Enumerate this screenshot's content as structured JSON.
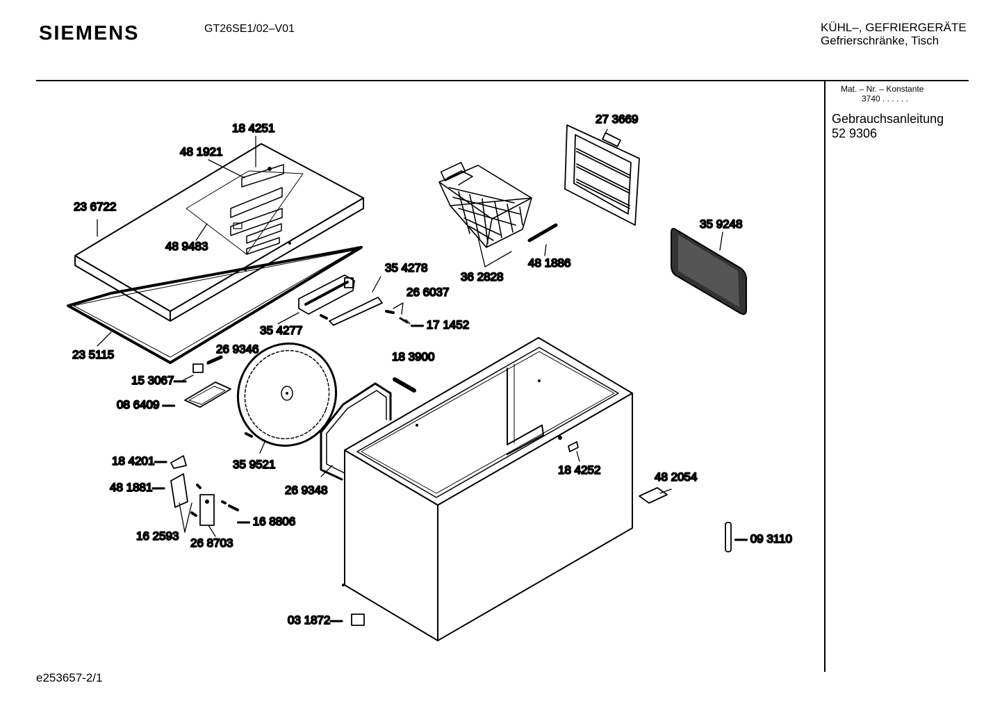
{
  "header": {
    "brand": "SIEMENS",
    "model": "GT26SE1/02–V01",
    "category_line1": "KÜHL–, GEFRIERGERÄTE",
    "category_line2": "Gefrierschränke, Tisch"
  },
  "sidebar": {
    "mat_label": "Mat. – Nr. – Konstante",
    "mat_value": "3740 .  .  .  .  .  .",
    "doc_title": "Gebrauchsanleitung",
    "doc_number": "52 9306"
  },
  "footer": {
    "drawing_id": "e253657-2/1"
  },
  "parts": {
    "p184251": "18 4251",
    "p481921": "48 1921",
    "p236722": "23  6722",
    "p489483": "48  9483",
    "p273669": "27 3669",
    "p359248": "35 9248",
    "p362828": "36 2828",
    "p481886": "48 1886",
    "p354278": "35 4278",
    "p266037": "26 6037",
    "p171452": "— 17 1452",
    "p354277": "35 4277",
    "p235115": "23  5115",
    "p269346": "26 9346",
    "p153067": "15 3067—",
    "p086409": "08 6409 —",
    "p183900": "18 3900",
    "p184201": "18 4201—",
    "p359521": "35 9521",
    "p481881": "48 1881—",
    "p269348": "26 9348",
    "p184252": "18 4252",
    "p482054": "48 2054",
    "p168806": "— 16 8806",
    "p162593": "16 2593",
    "p268703": "26 8703",
    "p093110": "—  09 3110",
    "p031872": "03 1872—"
  }
}
